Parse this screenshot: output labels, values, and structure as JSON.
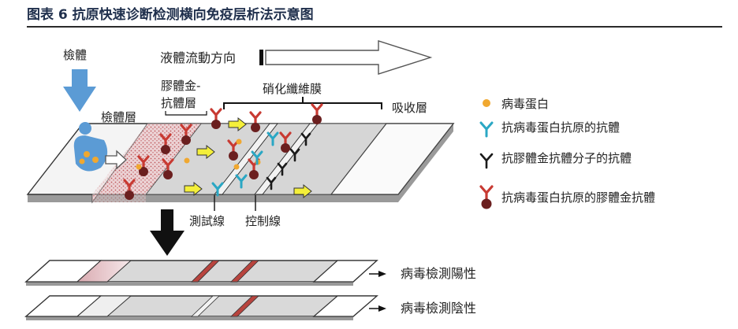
{
  "figure": {
    "caption": "图表 6 抗原快速诊断检测横向免疫层析法示意图"
  },
  "labels": {
    "sample": "檢體",
    "sample_pad": "檢體層",
    "flow_direction": "液體流動方向",
    "conjugate_pad_line1": "膠體金-",
    "conjugate_pad_line2": "抗體層",
    "nitrocellulose": "硝化纖維膜",
    "absorbent_pad": "吸收層",
    "test_line": "測試線",
    "control_line": "控制線"
  },
  "legend": [
    {
      "label": "病毒蛋白",
      "icon": "viral-protein-dot",
      "color": "#f0a830"
    },
    {
      "label": "抗病毒蛋白抗原的抗體",
      "icon": "y-antibody",
      "color": "#2aa7c4"
    },
    {
      "label": "抗膠體金抗體分子的抗體",
      "icon": "y-antibody",
      "color": "#1a1a1a"
    },
    {
      "label": "抗病毒蛋白抗原的膠體金抗體",
      "icon": "gold-antibody",
      "color": "#c83a32"
    }
  ],
  "results": [
    {
      "label": "病毒檢測陽性"
    },
    {
      "label": "病毒檢測陰性"
    }
  ],
  "colors": {
    "caption": "#1f2f4c",
    "arrow_blue": "#5b9bd5",
    "test_control_line": "#b8443e",
    "conjugate_pad": "#e9c9cc",
    "membrane": "#d6d6d6",
    "gold_particle": "#6b1f1f"
  }
}
